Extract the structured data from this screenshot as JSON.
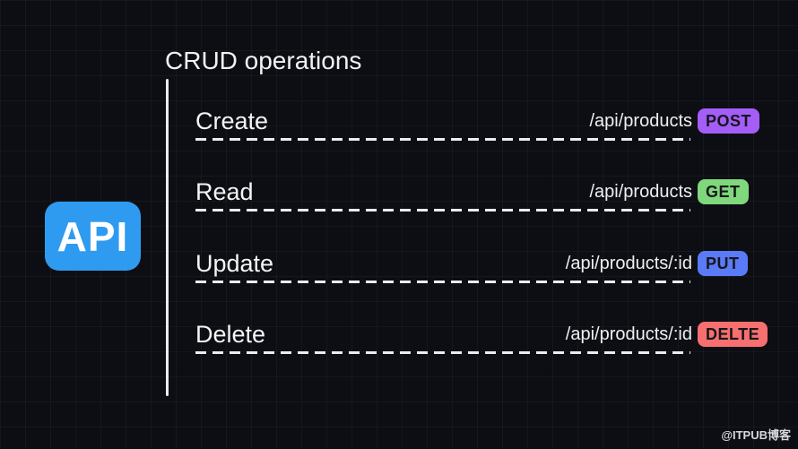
{
  "page": {
    "background": "#0d0e13",
    "grid_line_color": "rgba(255,255,255,0.035)"
  },
  "api_badge": {
    "label": "API",
    "bg": "#2f9bf0"
  },
  "title": "CRUD operations",
  "rows": [
    {
      "label": "Create",
      "path": "/api/products",
      "method": "POST",
      "method_bg": "#a45ef7"
    },
    {
      "label": "Read",
      "path": "/api/products",
      "method": "GET",
      "method_bg": "#7fd87b"
    },
    {
      "label": "Update",
      "path": "/api/products/:id",
      "method": "PUT",
      "method_bg": "#5b7af6"
    },
    {
      "label": "Delete",
      "path": "/api/products/:id",
      "method": "DELTE",
      "method_bg": "#f86f6f"
    }
  ],
  "watermark": "@ITPUB博客"
}
